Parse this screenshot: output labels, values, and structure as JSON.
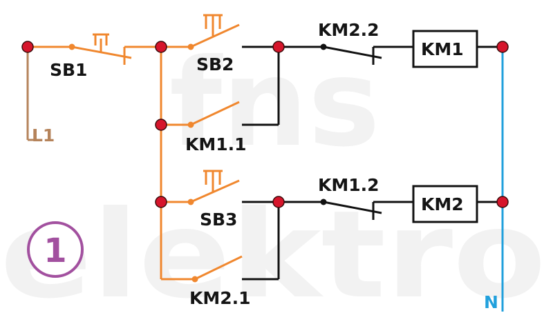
{
  "watermark": {
    "line1": "fns",
    "line2": "elektro"
  },
  "labels": {
    "sb1": "SB1",
    "sb2": "SB2",
    "sb3": "SB3",
    "km1_1": "KM1.1",
    "km2_1": "KM2.1",
    "km2_2": "KM2.2",
    "km1_2": "KM1.2",
    "km1": "KM1",
    "km2": "KM2",
    "l1": "L1",
    "n": "N"
  },
  "badge": "1",
  "colors": {
    "control_wire": "#f0872e",
    "load_wire": "#111111",
    "phase_wire": "#b5835a",
    "neutral_wire": "#21a0dc",
    "node": "#d6152b",
    "badge": "#a2509f",
    "l1_label": "#b5835a",
    "n_label": "#21a0dc"
  }
}
